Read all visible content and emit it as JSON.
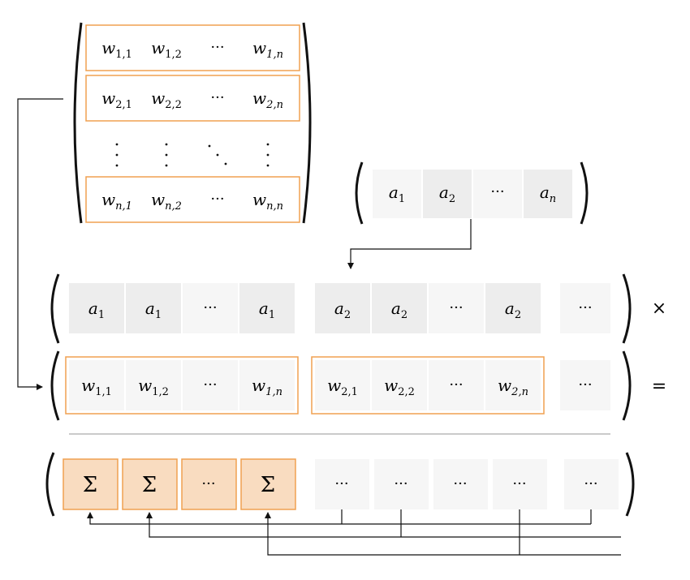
{
  "weight_matrix": {
    "rows": [
      {
        "cells": [
          {
            "base": "w",
            "sub": "1,1"
          },
          {
            "base": "w",
            "sub": "1,2"
          },
          {
            "dots": "···"
          },
          {
            "base": "w",
            "sub": "1,n"
          }
        ]
      },
      {
        "cells": [
          {
            "base": "w",
            "sub": "2,1"
          },
          {
            "base": "w",
            "sub": "2,2"
          },
          {
            "dots": "···"
          },
          {
            "base": "w",
            "sub": "2,n"
          }
        ]
      },
      {
        "cells": [
          {
            "base": "w",
            "sub": "n,1"
          },
          {
            "base": "w",
            "sub": "n,2"
          },
          {
            "dots": "···"
          },
          {
            "base": "w",
            "sub": "n,n"
          }
        ]
      }
    ]
  },
  "activation_vector": {
    "cells": [
      {
        "base": "a",
        "sub": "1"
      },
      {
        "base": "a",
        "sub": "2"
      },
      {
        "dots": "···"
      },
      {
        "base": "a",
        "sub": "n"
      }
    ]
  },
  "expanded_activations": {
    "groups": [
      {
        "cells": [
          {
            "base": "a",
            "sub": "1"
          },
          {
            "base": "a",
            "sub": "1"
          },
          {
            "dots": "···"
          },
          {
            "base": "a",
            "sub": "1"
          }
        ]
      },
      {
        "cells": [
          {
            "base": "a",
            "sub": "2"
          },
          {
            "base": "a",
            "sub": "2"
          },
          {
            "dots": "···"
          },
          {
            "base": "a",
            "sub": "2"
          }
        ]
      }
    ],
    "trailing": "···"
  },
  "flattened_weights": {
    "groups": [
      {
        "cells": [
          {
            "base": "w",
            "sub": "1,1"
          },
          {
            "base": "w",
            "sub": "1,2"
          },
          {
            "dots": "···"
          },
          {
            "base": "w",
            "sub": "1,n"
          }
        ]
      },
      {
        "cells": [
          {
            "base": "w",
            "sub": "2,1"
          },
          {
            "base": "w",
            "sub": "2,2"
          },
          {
            "dots": "···"
          },
          {
            "base": "w",
            "sub": "2,n"
          }
        ]
      }
    ],
    "trailing": "···"
  },
  "operators": {
    "multiply": "×",
    "equals": "="
  },
  "result": {
    "sums": [
      "Σ",
      "Σ",
      "···",
      "Σ"
    ],
    "others": [
      "···",
      "···",
      "···",
      "···",
      "···"
    ]
  },
  "colors": {
    "orange": "#f0a050",
    "orange_fill": "#f9dcc0",
    "gray_fill": "#ededed",
    "light_gray_fill": "#f6f6f6"
  }
}
